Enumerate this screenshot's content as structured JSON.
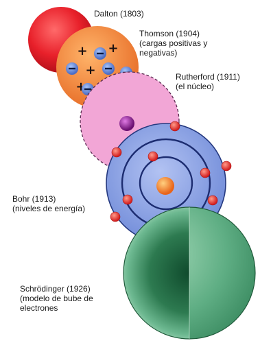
{
  "models": [
    {
      "id": "dalton",
      "lines": [
        "Dalton (1803)"
      ]
    },
    {
      "id": "thomson",
      "lines": [
        "Thomson (1904)",
        "(cargas positivas y",
        "negativas)"
      ]
    },
    {
      "id": "rutherford",
      "lines": [
        "Rutherford (1911)",
        "(el núcleo)"
      ]
    },
    {
      "id": "bohr",
      "lines": [
        "Bohr (1913)",
        "(niveles de energía)"
      ]
    },
    {
      "id": "schrodinger",
      "lines": [
        "Schrödinger (1926)",
        "(modelo de bube de",
        "electrones"
      ]
    }
  ],
  "thomson_charges": {
    "positive": "+",
    "negative": "−"
  },
  "colors": {
    "dalton": "#e8202a",
    "thomson": "#f08a3c",
    "rutherford": "#f2a6d6",
    "nucleus": "#8a1a8e",
    "bohr": "#8fa6e4",
    "bohr_nucleus": "#f07d20",
    "electron": "#f03a3a",
    "schrodinger": "#3f9a6c"
  }
}
